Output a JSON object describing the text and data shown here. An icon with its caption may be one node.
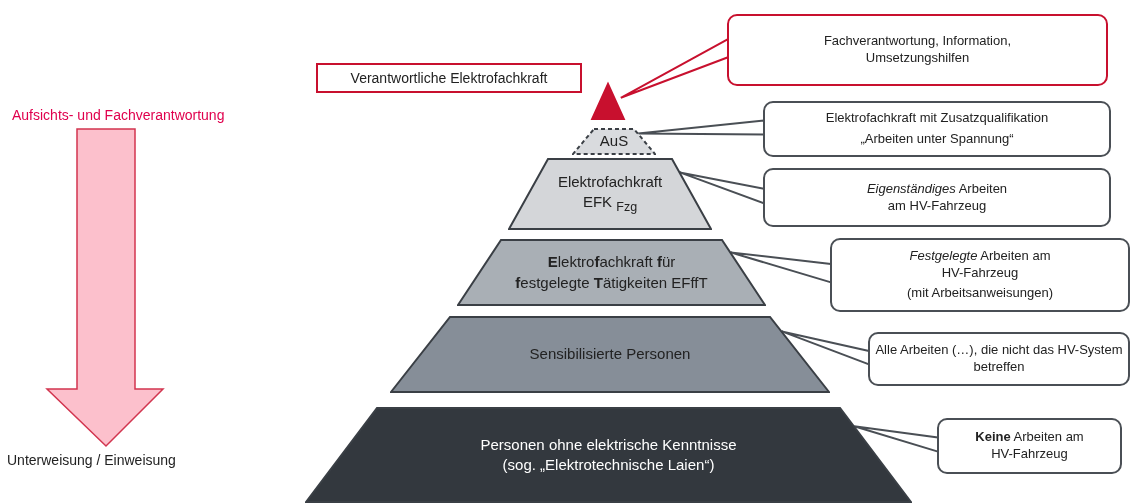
{
  "diagram": {
    "nodes": [
      {
        "text": [
          "Verantwortliche Elektrofachkraft"
        ]
      },
      {
        "text": [],
        "shape": "triangle"
      },
      {
        "text": [
          "Fachverantwortung, Information, Umsetzungshilfen"
        ]
      },
      {
        "text": [
          "AuS"
        ]
      },
      {
        "text": [
          "Elektrofachkraft mit Zusatzqualifikation",
          "„Arbeiten unter Spannung“"
        ]
      },
      {
        "text": [
          "Elektrofachkraft EFK $_{Fzg}$"
        ]
      },
      {
        "text": [
          "*Eigenständiges* Arbeiten am HV-Fahrzeug"
        ]
      },
      {
        "text": [
          "**E**lektro**f**achkraft **f**ür **f**estgelegte **T**ätigkeiten EFffT"
        ]
      },
      {
        "text": [
          "*Festgelegte* Arbeiten am HV-Fahrzeug",
          "(mit Arbeitsanweisungen)"
        ]
      },
      {
        "text": [
          "Sensibilisierte Personen"
        ]
      },
      {
        "text": [
          "Alle Arbeiten (…), die nicht das HV-System betreffen"
        ]
      },
      {
        "text": [
          "Personen ohne elektrische Kenntnisse (sog. „Elektrotechnische Laien“)"
        ]
      },
      {
        "text": [
          "**Keine** Arbeiten am HV-Fahrzeug"
        ]
      }
    ],
    "edges": [
      {
        "from": 2,
        "to": 1,
        "arrow": "none",
        "color": "#c8102e"
      },
      {
        "from": 4,
        "to": 3,
        "arrow": "none"
      },
      {
        "from": 6,
        "to": 5,
        "arrow": "none"
      },
      {
        "from": 8,
        "to": 7,
        "arrow": "none"
      },
      {
        "from": 10,
        "to": 9,
        "arrow": "none"
      },
      {
        "from": 12,
        "to": 11,
        "arrow": "none"
      }
    ],
    "labels": [
      "Aufsichts- und Fachverantwortung",
      "Unterweisung / Einweisung"
    ]
  }
}
